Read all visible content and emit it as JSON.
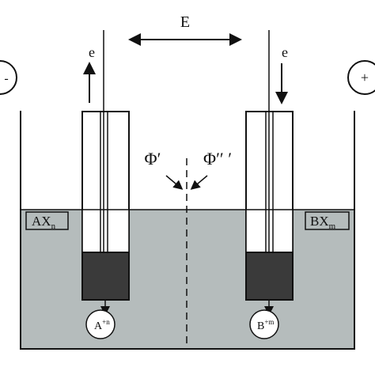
{
  "diagram": {
    "labels": {
      "potential_difference": "E",
      "electron_left": "e",
      "electron_right": "e",
      "left_terminal": "-",
      "right_terminal": "+",
      "phi_prime": "Φ′",
      "phi_double_prime": "Φ′′ ′",
      "left_solution": {
        "base": "AX",
        "sub": "n"
      },
      "right_solution": {
        "base": "BX",
        "sub": "m"
      },
      "cation_a": {
        "base": "A",
        "sup": "+n"
      },
      "cation_b": {
        "base": "B",
        "sup": "+m"
      }
    },
    "colors": {
      "solution": "#b5bcbc",
      "electrode_tip": "#3a3a3a",
      "line": "#111111",
      "background": "#ffffff"
    }
  }
}
